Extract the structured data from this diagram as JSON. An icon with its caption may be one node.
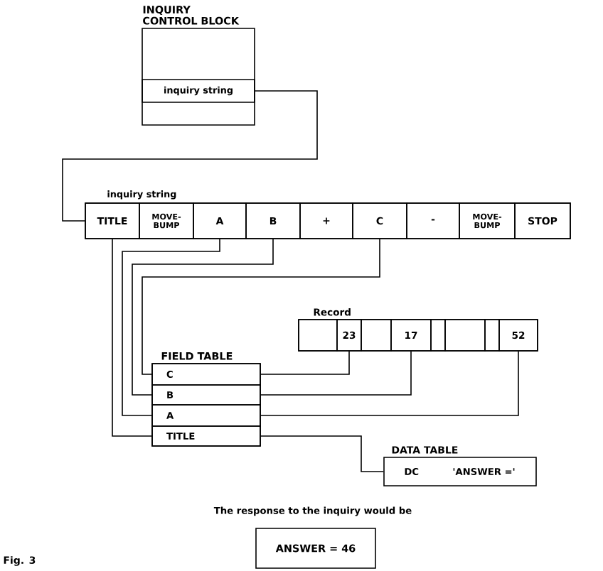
{
  "diagram": {
    "nodes": [
      {
        "text": [
          "INQUIRY CONTROL BLOCK"
        ]
      },
      {
        "text": [
          "inquiry string"
        ],
        "in": 0
      },
      {
        "text": [
          "inquiry string"
        ]
      },
      {
        "text": [
          "TITLE"
        ],
        "in": 2
      },
      {
        "text": [
          "MOVE-BUMP"
        ],
        "in": 2
      },
      {
        "text": [
          "A"
        ],
        "in": 2
      },
      {
        "text": [
          "B"
        ],
        "in": 2
      },
      {
        "text": [
          "+"
        ],
        "in": 2
      },
      {
        "text": [
          "C"
        ],
        "in": 2
      },
      {
        "text": [
          "-"
        ],
        "in": 2
      },
      {
        "text": [
          "MOVE-BUMP"
        ],
        "in": 2
      },
      {
        "text": [
          "STOP"
        ],
        "in": 2
      },
      {
        "text": [
          "Record"
        ]
      },
      {
        "text": [],
        "shape": "box",
        "in": 12
      },
      {
        "text": [
          "23"
        ],
        "in": 12
      },
      {
        "text": [],
        "shape": "box",
        "in": 12
      },
      {
        "text": [
          "17"
        ],
        "in": 12
      },
      {
        "text": [],
        "shape": "box",
        "in": 12
      },
      {
        "text": [],
        "shape": "box",
        "in": 12
      },
      {
        "text": [],
        "shape": "box",
        "in": 12
      },
      {
        "text": [
          "52"
        ],
        "in": 12
      },
      {
        "text": [
          "FIELD TABLE"
        ]
      },
      {
        "text": [
          "C"
        ],
        "in": 21
      },
      {
        "text": [
          "B"
        ],
        "in": 21
      },
      {
        "text": [
          "A"
        ],
        "in": 21
      },
      {
        "text": [
          "TITLE"
        ],
        "in": 21
      },
      {
        "text": [
          "DATA TABLE",
          "DC",
          "'ANSWER ='"
        ]
      },
      {
        "text": [
          "ANSWER = 46"
        ]
      }
    ],
    "edges": [
      {
        "from": 1,
        "to": 2,
        "arrow": "none"
      },
      {
        "from": 3,
        "to": 25,
        "arrow": "none"
      },
      {
        "from": 5,
        "to": 24,
        "arrow": "none"
      },
      {
        "from": 6,
        "to": 23,
        "arrow": "none"
      },
      {
        "from": 8,
        "to": 22,
        "arrow": "none"
      },
      {
        "from": 22,
        "to": 14,
        "arrow": "none"
      },
      {
        "from": 23,
        "to": 16,
        "arrow": "none"
      },
      {
        "from": 24,
        "to": 20,
        "arrow": "none"
      },
      {
        "from": 25,
        "to": 26,
        "arrow": "none"
      }
    ],
    "labels": [
      "The response to the inquiry would be",
      "Fig. 3"
    ]
  }
}
